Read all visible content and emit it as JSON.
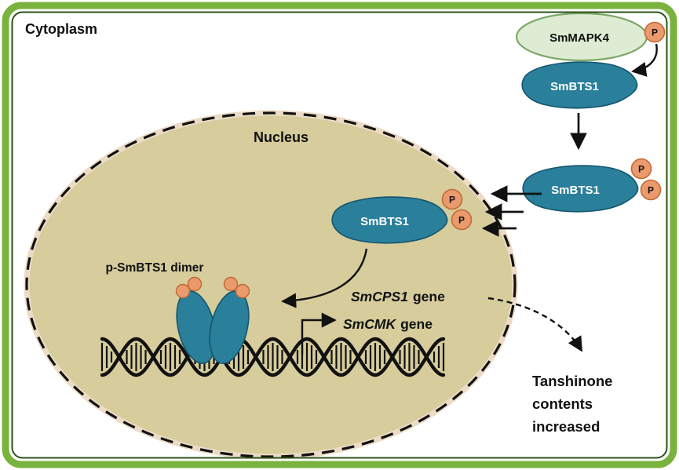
{
  "compartments": {
    "cytoplasm_label": "Cytoplasm",
    "nucleus_label": "Nucleus"
  },
  "molecules": {
    "kinase_label": "SmMAPK4",
    "bts1_cytosolic_label": "SmBTS1",
    "bts1_phospho_label": "SmBTS1",
    "bts1_nuclear_label": "SmBTS1",
    "dimer_label": "p-SmBTS1 dimer",
    "phosphate_label": "P"
  },
  "genes": {
    "smcps1": {
      "symbol": "SmCPS1",
      "word": "gene"
    },
    "smcmk": {
      "symbol": "SmCMK",
      "word": "gene"
    }
  },
  "outcome": {
    "line1": "Tanshinone",
    "line2": "contents",
    "line3": "increased"
  },
  "colors": {
    "frame_green": "#7ab23e",
    "frame_dark_green": "#2e521b",
    "teal": "#2a7f9b",
    "teal_stroke": "#14566e",
    "nucleus_fill": "#d6cc9c",
    "nucleus_halo": "#ecdcc6",
    "phosphate_orange": "#eb9a6d",
    "kinase_fill": "#ddecd2",
    "kinase_stroke": "#7fa869",
    "ink": "#111111"
  }
}
